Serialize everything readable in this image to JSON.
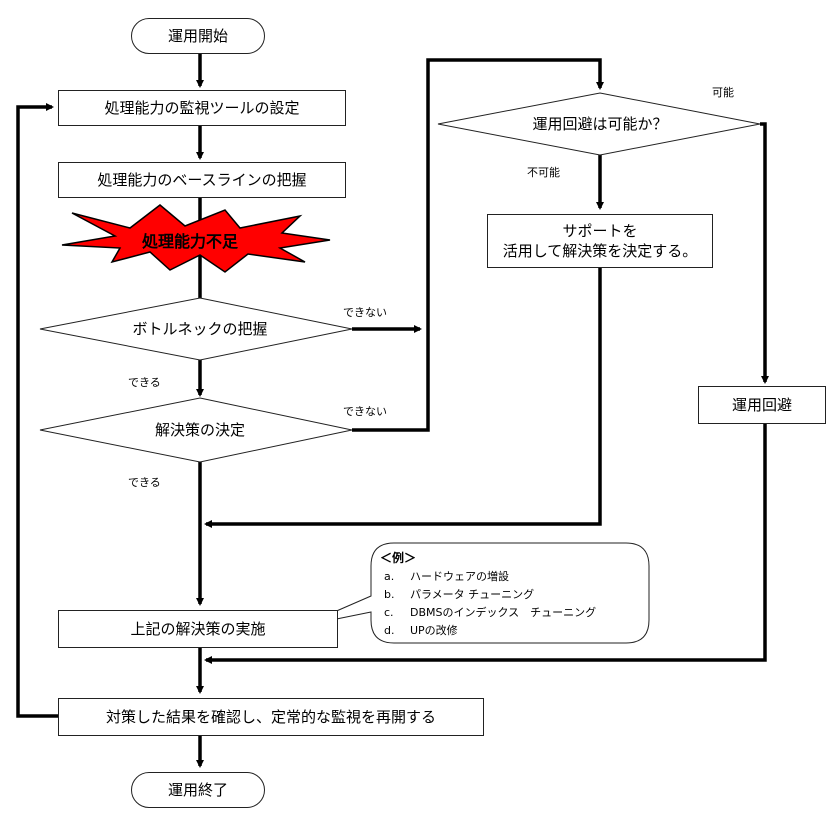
{
  "flowchart": {
    "start": "運用開始",
    "setup_tool": "処理能力の監視ツールの設定",
    "baseline": "処理能力のベースラインの把握",
    "shortage": "処理能力不足",
    "bottleneck": "ボトルネックの把握",
    "decide_solution": "解決策の決定",
    "avoidance_possible": "運用回避は可能か？",
    "support_line1": "サポートを",
    "support_line2": "活用して解決策を決定する。",
    "avoidance": "運用回避",
    "implement": "上記の解決策の実施",
    "confirm": "対策した結果を確認し、定常的な監視を再開する",
    "end": "運用終了"
  },
  "edge_labels": {
    "cannot_1": "できない",
    "can_1": "できる",
    "cannot_2": "できない",
    "can_2": "できる",
    "possible": "可能",
    "impossible": "不可能"
  },
  "note": {
    "title": "＜例＞",
    "items": [
      {
        "marker": "a.",
        "text": "ハードウェアの増設"
      },
      {
        "marker": "b.",
        "text": "パラメータ チューニング"
      },
      {
        "marker": "c.",
        "text": "DBMSのインデックス　チューニング"
      },
      {
        "marker": "d.",
        "text": "UPの改修"
      }
    ]
  },
  "colors": {
    "burst_fill": "#ff0000",
    "line": "#000000"
  }
}
